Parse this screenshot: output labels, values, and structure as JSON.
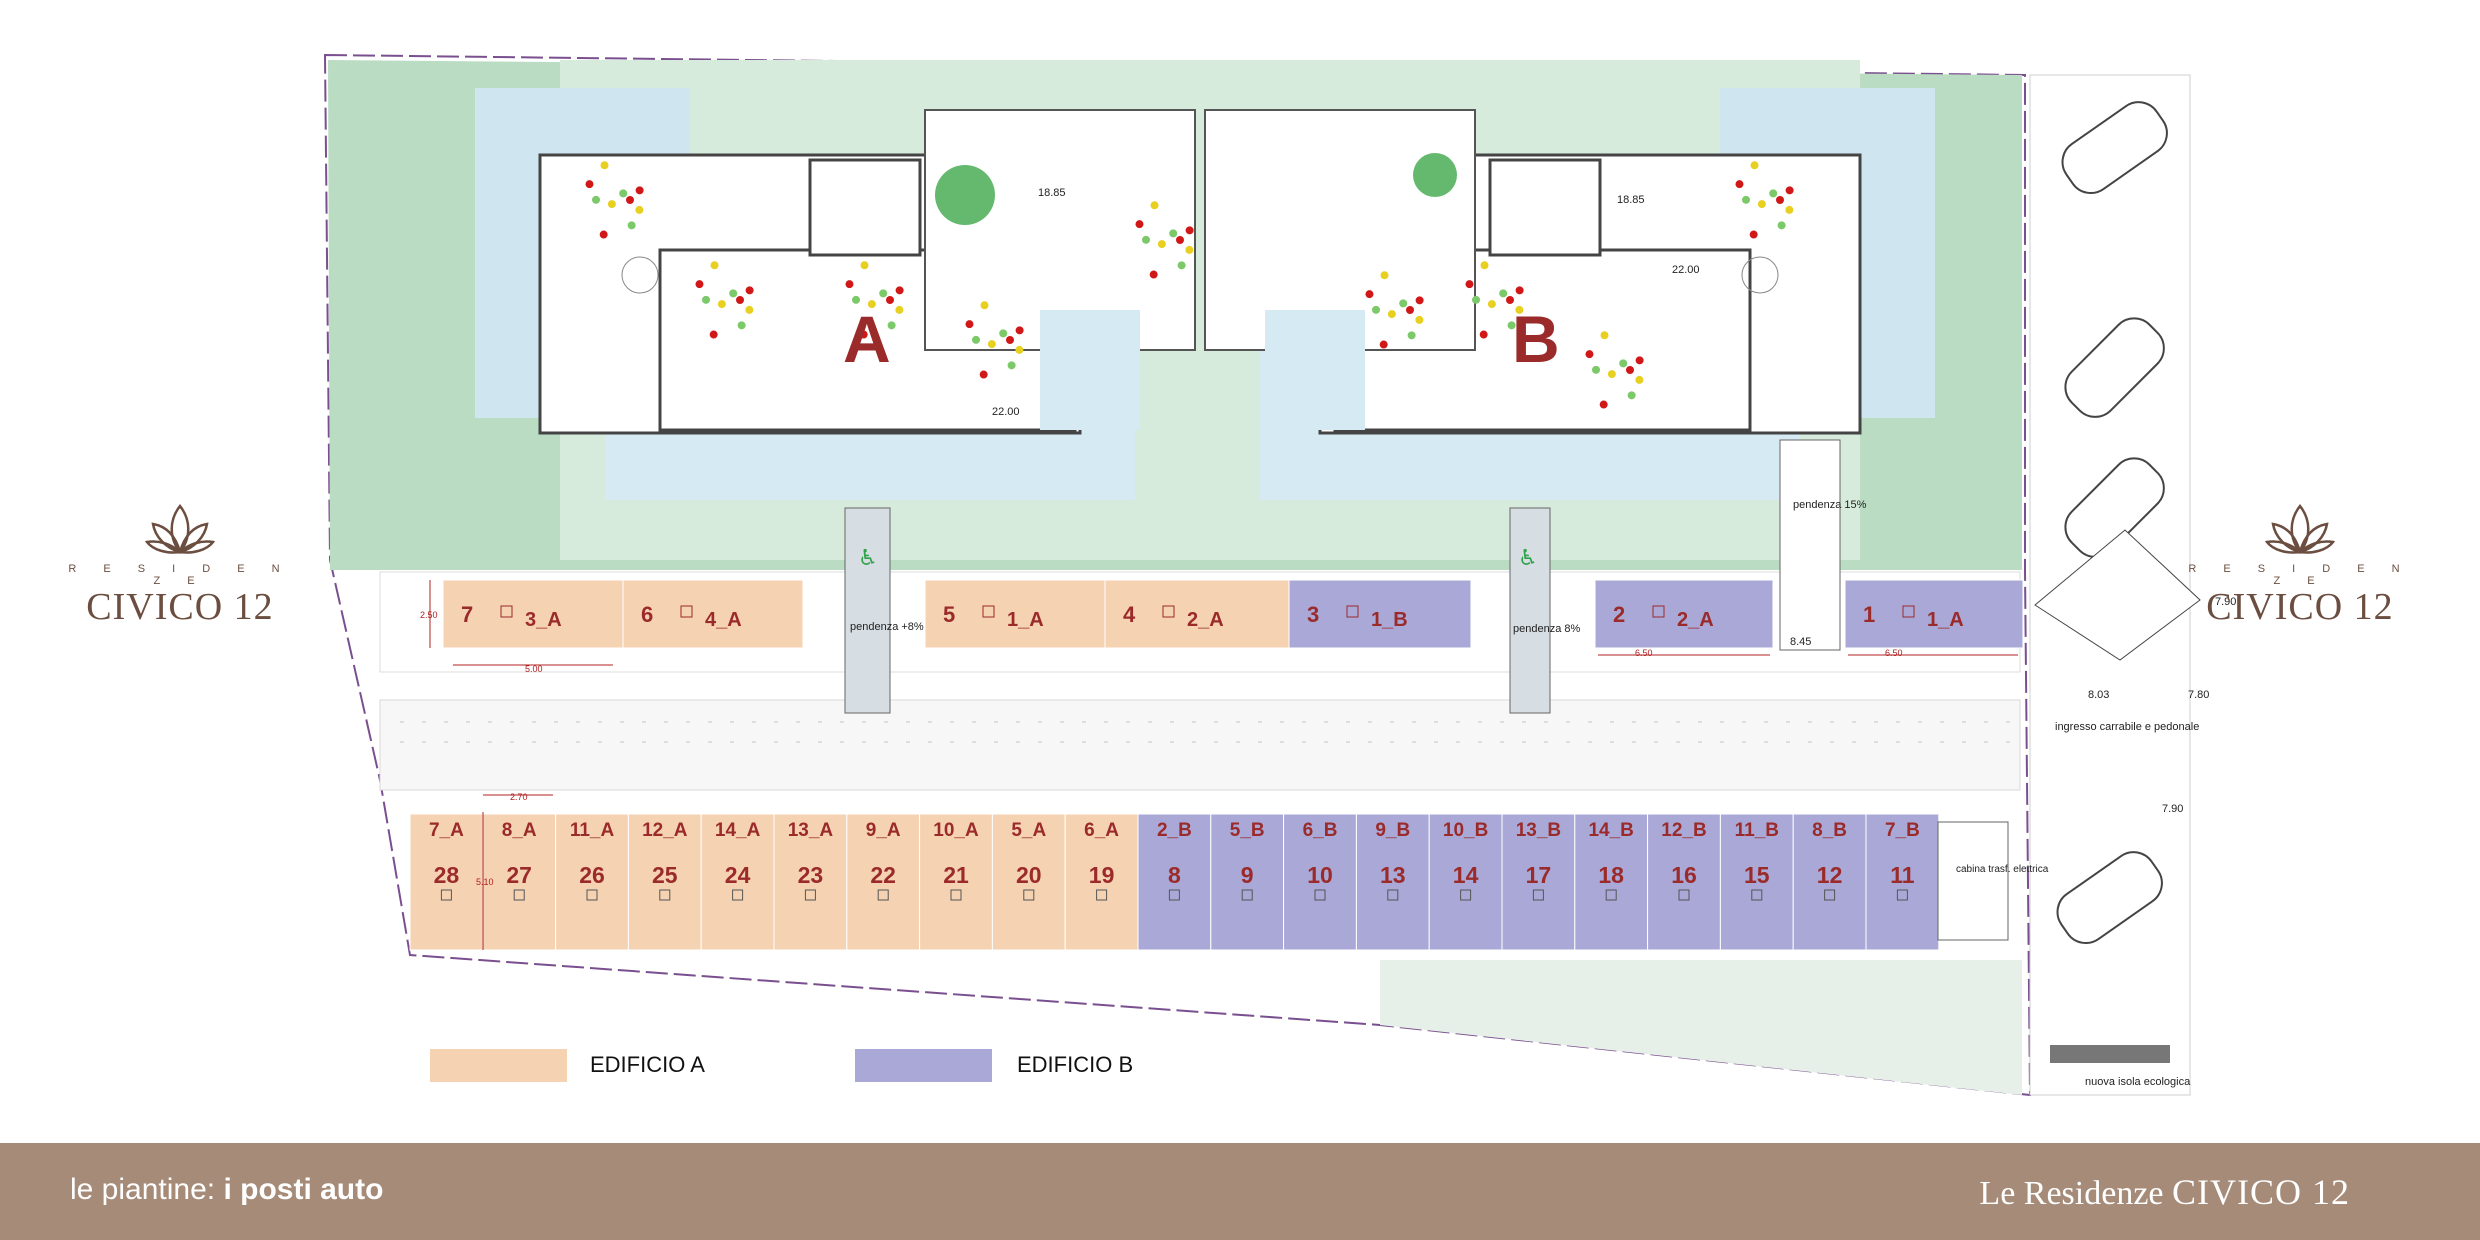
{
  "brand": {
    "subtitle": "R E S I D E N Z E",
    "title": "CIVICO 12",
    "logo_icon": "lotus-icon"
  },
  "footer": {
    "prefix": "le piantine:",
    "section": "i posti auto",
    "right_prefix": "Le Residenze",
    "right_title": "CIVICO 12"
  },
  "colors": {
    "edificio_a": "#f5d3b2",
    "edificio_b": "#a9a8d6",
    "label_red": "#9b2a2a",
    "lawn": "#b9dcc3",
    "footer": "#a58b78",
    "brand": "#6b4e40"
  },
  "legend": [
    {
      "label": "EDIFICIO A",
      "color": "#f5d3b2"
    },
    {
      "label": "EDIFICIO B",
      "color": "#a9a8d6"
    }
  ],
  "buildings": [
    {
      "letter": "A",
      "level_top": "18.85",
      "level_bottom": "22.00"
    },
    {
      "letter": "B",
      "level_top": "18.85",
      "level_bottom": "22.00"
    }
  ],
  "top_row": [
    {
      "num": "7",
      "unit": "3_A",
      "building": "A"
    },
    {
      "num": "6",
      "unit": "4_A",
      "building": "A"
    },
    {
      "num": "5",
      "unit": "1_A",
      "building": "A"
    },
    {
      "num": "4",
      "unit": "2_A",
      "building": "A"
    },
    {
      "num": "3",
      "unit": "1_B",
      "building": "B"
    },
    {
      "num": "2",
      "unit": "2_A",
      "building": "B"
    },
    {
      "num": "1",
      "unit": "1_A",
      "building": "B"
    }
  ],
  "bottom_row": [
    {
      "unit": "7_A",
      "num": "28",
      "building": "A"
    },
    {
      "unit": "8_A",
      "num": "27",
      "building": "A"
    },
    {
      "unit": "11_A",
      "num": "26",
      "building": "A"
    },
    {
      "unit": "12_A",
      "num": "25",
      "building": "A"
    },
    {
      "unit": "14_A",
      "num": "24",
      "building": "A"
    },
    {
      "unit": "13_A",
      "num": "23",
      "building": "A"
    },
    {
      "unit": "9_A",
      "num": "22",
      "building": "A"
    },
    {
      "unit": "10_A",
      "num": "21",
      "building": "A"
    },
    {
      "unit": "5_A",
      "num": "20",
      "building": "A"
    },
    {
      "unit": "6_A",
      "num": "19",
      "building": "A"
    },
    {
      "unit": "2_B",
      "num": "8",
      "building": "B"
    },
    {
      "unit": "5_B",
      "num": "9",
      "building": "B"
    },
    {
      "unit": "6_B",
      "num": "10",
      "building": "B"
    },
    {
      "unit": "9_B",
      "num": "13",
      "building": "B"
    },
    {
      "unit": "10_B",
      "num": "14",
      "building": "B"
    },
    {
      "unit": "13_B",
      "num": "17",
      "building": "B"
    },
    {
      "unit": "14_B",
      "num": "18",
      "building": "B"
    },
    {
      "unit": "12_B",
      "num": "16",
      "building": "B"
    },
    {
      "unit": "11_B",
      "num": "15",
      "building": "B"
    },
    {
      "unit": "8_B",
      "num": "12",
      "building": "B"
    },
    {
      "unit": "7_B",
      "num": "11",
      "building": "B"
    }
  ],
  "annotations": {
    "ramp1": "pendenza +8%",
    "ramp2": "pendenza 8%",
    "ramp3": "pendenza 15%",
    "entrance": "ingresso carrabile e pedonale",
    "cabin": "cabina trasf. elettrica",
    "eco": "nuova isola ecologica",
    "dim_250": "2.50",
    "dim_500": "5.00",
    "dim_270": "2.70",
    "dim_510": "5.10",
    "dim_650": "6.50",
    "lvl_845": "8.45",
    "lvl_803": "8.03",
    "lvl_780": "7.80",
    "lvl_790a": "7.90",
    "lvl_790b": "7.90"
  }
}
